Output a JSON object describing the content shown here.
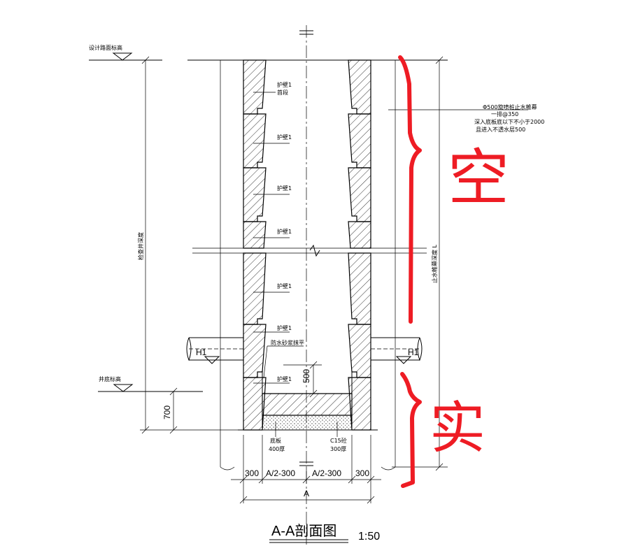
{
  "labels": {
    "design_road_elev": "设计路面标高",
    "well_bottom_elev": "井底标高",
    "inspection_well_depth": "检查井深度",
    "dewatering_well_depth": "止水帷幕深度 L",
    "curtain_note_1": "Φ500旋喷桩止水帷幕",
    "curtain_note_2": "一排@350",
    "curtain_note_3": "深入底板底以下不小于2000",
    "curtain_note_4": "且进入不透水层500",
    "retaining_wall": "护壁1",
    "first_section": "首段",
    "waterproof_mortar": "防水砂浆抹平",
    "base_plate": "底板",
    "base_plate_thickness": "400厚",
    "c15_concrete": "C15砼",
    "c15_thickness": "300厚",
    "h1": "H1",
    "dim_500": "500",
    "dim_700": "700"
  },
  "bottom_dims": {
    "d300_left": "300",
    "half_a_left": "A/2-300",
    "half_a_right": "A/2-300",
    "d300_right": "300",
    "a": "A"
  },
  "title": {
    "text": "A-A剖面图",
    "scale": "1:50"
  },
  "handwritten": {
    "upper": "空",
    "lower": "实"
  },
  "colors": {
    "line": "#000000",
    "annotation": "#ee1c24"
  }
}
